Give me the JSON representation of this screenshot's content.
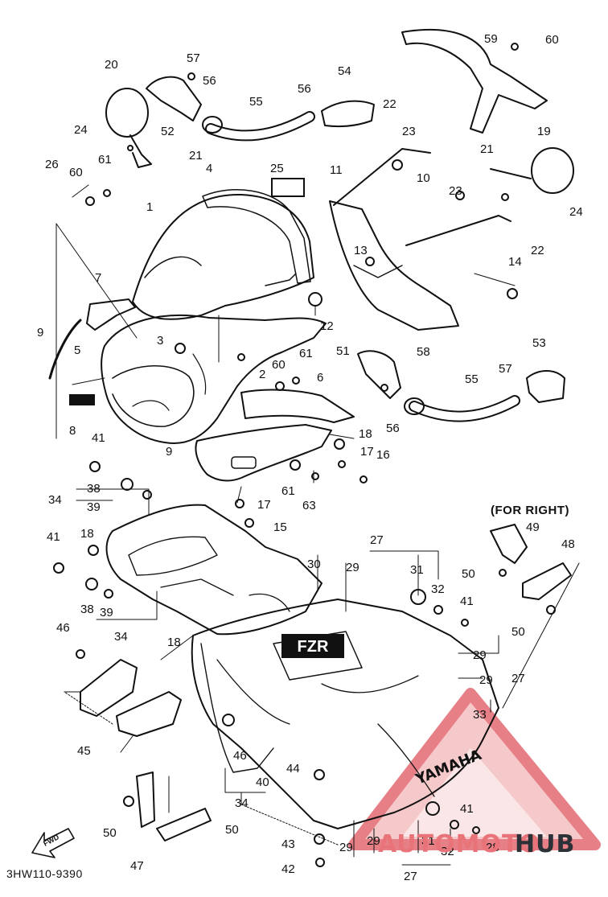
{
  "caption_for_right": "(FOR RIGHT)",
  "drawing_code": "3HW110-9390",
  "fairing_logo_text": "YAMAHA",
  "fzr_text": "FZR",
  "watermark": {
    "part1": "AUTOMOTO",
    "part2": "HUB",
    "color_red": "#e8747a",
    "color_dark": "#2c3138"
  },
  "callouts": [
    "1",
    "2",
    "3",
    "4",
    "5",
    "6",
    "7",
    "8",
    "9",
    "9",
    "10",
    "11",
    "12",
    "13",
    "14",
    "15",
    "16",
    "17",
    "17",
    "18",
    "18",
    "18",
    "19",
    "20",
    "21",
    "21",
    "22",
    "22",
    "23",
    "23",
    "24",
    "24",
    "25",
    "26",
    "27",
    "27",
    "27",
    "28",
    "29",
    "29",
    "29",
    "29",
    "29",
    "30",
    "31",
    "31",
    "32",
    "32",
    "33",
    "34",
    "34",
    "34",
    "38",
    "38",
    "39",
    "39",
    "40",
    "41",
    "41",
    "41",
    "41",
    "42",
    "43",
    "44",
    "45",
    "46",
    "46",
    "47",
    "48",
    "49",
    "50",
    "50",
    "50",
    "50",
    "51",
    "52",
    "53",
    "54",
    "55",
    "55",
    "56",
    "56",
    "56",
    "57",
    "57",
    "58",
    "59",
    "60",
    "60",
    "60",
    "61",
    "61",
    "61",
    "63"
  ]
}
